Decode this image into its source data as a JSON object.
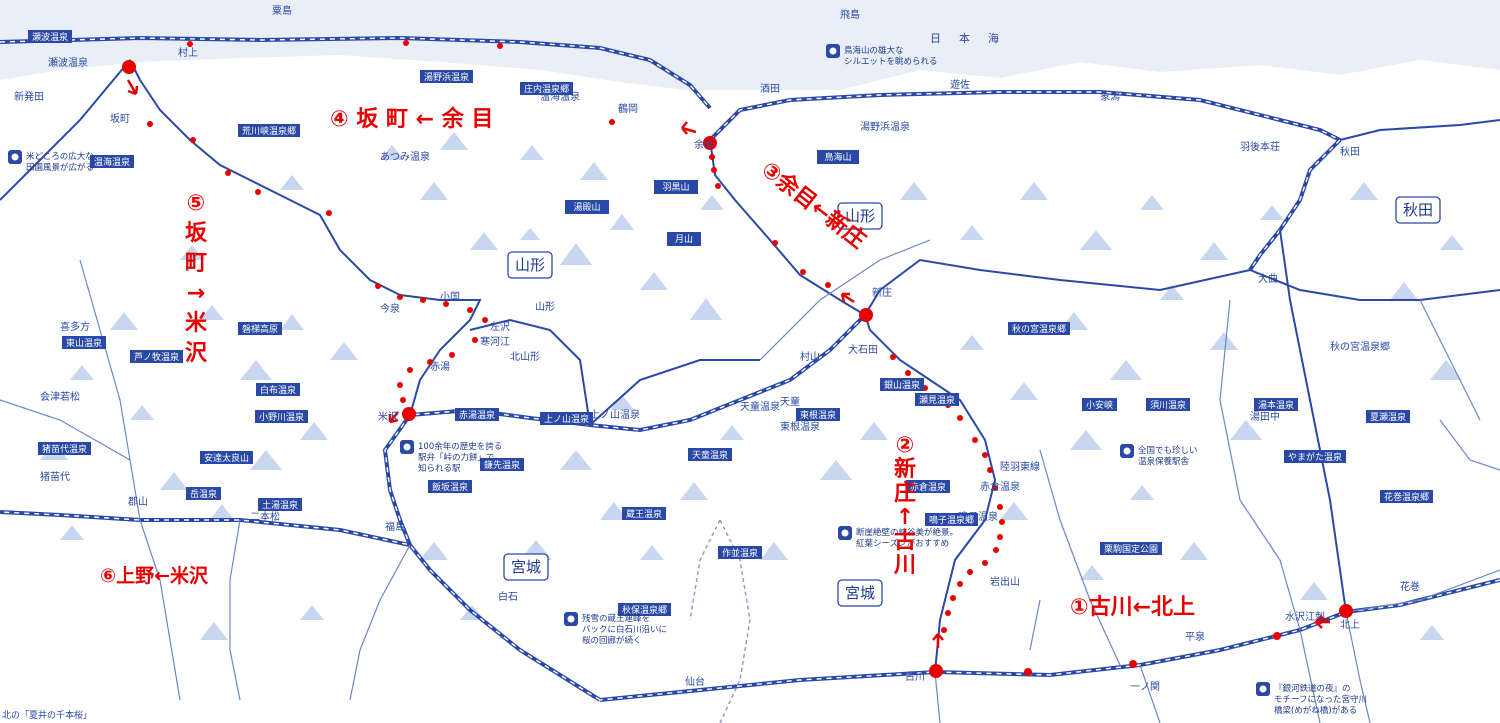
{
  "legs": [
    {
      "num": "①",
      "label": "①古川←北上"
    },
    {
      "num": "②",
      "label_lines": [
        "②",
        "新",
        "庄",
        "↑",
        "古",
        "川"
      ]
    },
    {
      "num": "③",
      "label": "③余目←新庄"
    },
    {
      "num": "④",
      "label": "④ 坂 町 ← 余 目"
    },
    {
      "num": "⑤",
      "label_lines": [
        "⑤",
        "坂",
        "町",
        "→",
        "米",
        "沢"
      ]
    },
    {
      "num": "⑥",
      "label": "⑥上野←米沢"
    }
  ],
  "prefectures": [
    "山形",
    "秋田",
    "宮城",
    "宮城",
    "山形"
  ],
  "places": {
    "sea": "日本海",
    "tobishima": "飛島",
    "awashima": "粟島",
    "chokai": "鳥海山",
    "gassan": "月山",
    "yudono": "湯殿山",
    "haguro": "羽黒山"
  },
  "stations": [
    "新発田",
    "坂町",
    "村上",
    "余目",
    "酒田",
    "鶴岡",
    "新庄",
    "米沢",
    "山形",
    "福島",
    "郡山",
    "仙台",
    "古川",
    "一ノ関",
    "北上",
    "花巻",
    "大曲",
    "秋田",
    "羽後本荘",
    "象潟",
    "遊佐",
    "小国",
    "今泉",
    "赤湯",
    "天童",
    "村山",
    "大石田",
    "鳴子温泉",
    "岩出山",
    "陸羽東線",
    "白石",
    "会津若松",
    "喜多方",
    "猪苗代",
    "二本松",
    "水沢江刺",
    "平泉",
    "北山形",
    "左沢",
    "寒河江",
    "瀬波温泉",
    "湯田中",
    "上ノ山温泉",
    "天童温泉",
    "東根温泉",
    "赤倉温泉",
    "秋の宮温泉郷",
    "湯野浜温泉",
    "温海温泉",
    "あつみ温泉"
  ],
  "onsen": [
    "瀬波温泉",
    "湯野浜温泉",
    "庄内温泉郷",
    "荒川峡温泉郷",
    "温海温泉",
    "磐梯高原",
    "東山温泉",
    "芦ノ牧温泉",
    "猪苗代温泉",
    "白布温泉",
    "小野川温泉",
    "赤湯温泉",
    "上ノ山温泉",
    "天童温泉",
    "東根温泉",
    "銀山温泉",
    "瀬見温泉",
    "赤倉温泉",
    "鳴子温泉郷",
    "蔵王温泉",
    "秋保温泉郷",
    "作並温泉",
    "鎌先温泉",
    "飯坂温泉",
    "土湯温泉",
    "岳温泉",
    "安達太良山",
    "秋の宮温泉郷",
    "小安峡",
    "須川温泉",
    "湯本温泉",
    "夏瀬温泉",
    "花巻温泉郷",
    "栗駒国定公園",
    "やまがた温泉"
  ],
  "notes": [
    {
      "icon": "car-icon",
      "text": "鳥海山の雄大な\nシルエットを眺められる"
    },
    {
      "icon": "car-icon",
      "text": "米どころの広大な\n田園風景が広がる"
    },
    {
      "icon": "train-icon",
      "text": "100余年の歴史を誇る\n駅弁「峠の力餅」で\n知られる駅"
    },
    {
      "icon": "snow-icon",
      "text": "残雪の蔵王連峰を\nバックに白石川沿いに\n桜の回廊が続く"
    },
    {
      "icon": "leaf-icon",
      "text": "断崖絶壁の峡谷美が絶景。\n紅葉シーズンがおすすめ"
    },
    {
      "icon": "onsen-icon",
      "text": "全国でも珍しい\n温泉保養駅舎"
    },
    {
      "icon": "pen-icon",
      "text": "『銀河鉄道の夜』の\nモチーフになった宮守川\n橋梁(めがね橋)がある"
    }
  ],
  "footnote": "北の「夏井の千本桜」",
  "colors": {
    "route": "#e60000",
    "rail": "#2a49a6",
    "mountain": "#c9d6ef",
    "sea": "#e9eef7"
  }
}
